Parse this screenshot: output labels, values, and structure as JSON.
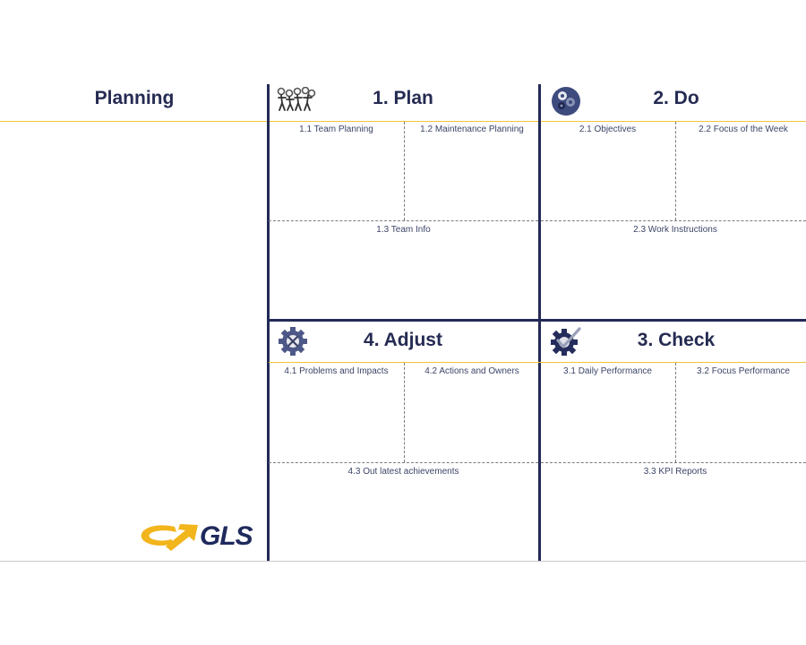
{
  "planning": {
    "title": "Planning"
  },
  "logo": {
    "text": "GLS",
    "colors": {
      "yellow": "#f2b51c",
      "navy": "#1f2a5c"
    }
  },
  "colors": {
    "navy": "#232a57",
    "accent_yellow": "#f0c43a",
    "dashed": "#7b7b7b",
    "text": "#252b52"
  },
  "quadrants": {
    "plan": {
      "title": "1. Plan",
      "icon": "people-gears-icon",
      "sections": [
        "1.1 Team Planning",
        "1.2 Maintenance Planning",
        "1.3 Team Info"
      ]
    },
    "do": {
      "title": "2. Do",
      "icon": "gears-circle-icon",
      "sections": [
        "2.1 Objectives",
        "2.2 Focus of the Week",
        "2.3 Work Instructions"
      ]
    },
    "adjust": {
      "title": "4. Adjust",
      "icon": "gear-tools-icon",
      "sections": [
        "4.1 Problems and Impacts",
        "4.2 Actions and Owners",
        "4.3 Out latest achievements"
      ]
    },
    "check": {
      "title": "3. Check",
      "icon": "gear-check-icon",
      "sections": [
        "3.1 Daily Performance",
        "3.2 Focus Performance",
        "3.3 KPI Reports"
      ]
    }
  }
}
